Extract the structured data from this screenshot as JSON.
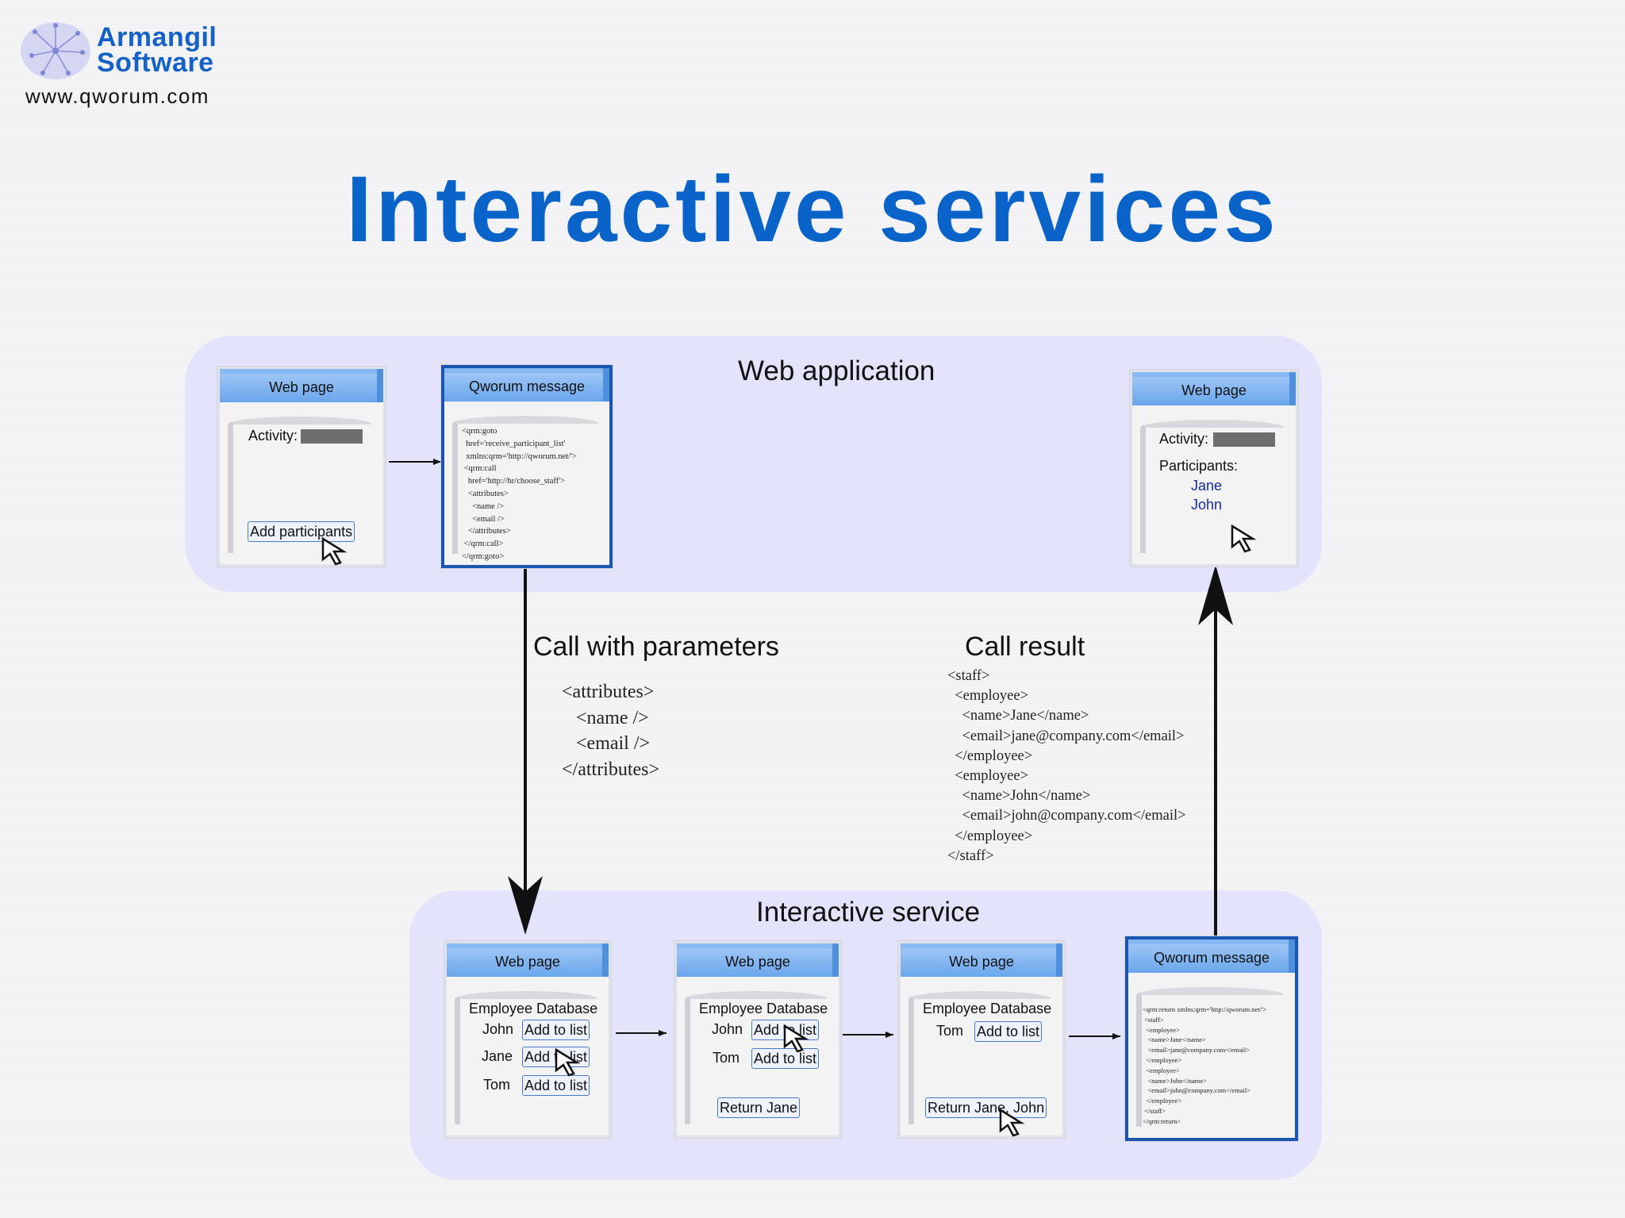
{
  "logo": {
    "line1": "Armangil",
    "line2": "Software",
    "url": "www.qworum.com"
  },
  "title": "Interactive services",
  "web_app": {
    "label": "Web application",
    "page1": {
      "title": "Web page",
      "activity_label": "Activity:",
      "button": "Add participants"
    },
    "message": {
      "title": "Qworum message",
      "code": "<qrm:goto\n  href='receive_participant_list'\n  xmlns:qrm='http://qworum.net/'>\n <qrm:call\n   href='http://hr/choose_staff'>\n   <attributes>\n     <name />\n     <email />\n   </attributes>\n </qrm:call>\n</qrm:goto>"
    },
    "page2": {
      "title": "Web page",
      "activity_label": "Activity:",
      "participants_label": "Participants:",
      "participants": [
        "Jane",
        "John"
      ]
    }
  },
  "call_params": {
    "label": "Call with parameters",
    "code": "<attributes>\n   <name />\n   <email />\n</attributes>"
  },
  "call_result": {
    "label": "Call result",
    "code": "<staff>\n  <employee>\n    <name>Jane</name>\n    <email>jane@company.com</email>\n  </employee>\n  <employee>\n    <name>John</name>\n    <email>john@company.com</email>\n  </employee>\n</staff>"
  },
  "interactive_service": {
    "label": "Interactive service",
    "page1": {
      "title": "Web page",
      "heading": "Employee Database",
      "rows": [
        {
          "name": "John",
          "button": "Add to list"
        },
        {
          "name": "Jane",
          "button": "Add to list"
        },
        {
          "name": "Tom",
          "button": "Add to list"
        }
      ]
    },
    "page2": {
      "title": "Web page",
      "heading": "Employee Database",
      "rows": [
        {
          "name": "John",
          "button": "Add to list"
        },
        {
          "name": "Tom",
          "button": "Add to list"
        }
      ],
      "return_button": "Return Jane"
    },
    "page3": {
      "title": "Web page",
      "heading": "Employee Database",
      "rows": [
        {
          "name": "Tom",
          "button": "Add to list"
        }
      ],
      "return_button": "Return Jane, John"
    },
    "message": {
      "title": "Qworum message",
      "code": "<qrm:return xmlns:qrm='http://qworum.net/'>\n <staff>\n  <employee>\n   <name>Jane</name>\n   <email>jane@company.com</email>\n  </employee>\n  <employee>\n   <name>John</name>\n   <email>john@company.com</email>\n  </employee>\n </staff>\n</qrm:return>"
    }
  },
  "colors": {
    "title": "#0a63c9",
    "panel": "#e3e3fb",
    "window_title": "#6aa6ec",
    "message_border": "#1b55b0",
    "participant_name": "#1428a6"
  },
  "icons": [
    "globe-network-icon",
    "hand-cursor-icon",
    "arrow-icon"
  ]
}
